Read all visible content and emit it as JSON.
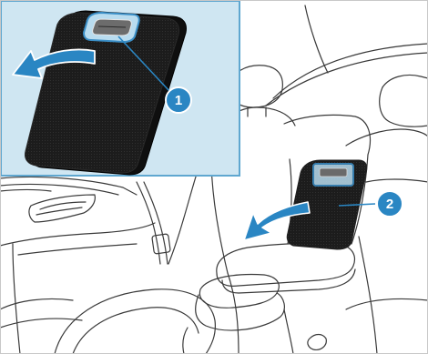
{
  "figure": {
    "colors": {
      "background": "#ffffff",
      "line": "#3a3a3a",
      "line_light": "#9a9a9a",
      "inset_background": "#cfe6f2",
      "inset_border": "#5fa7d0",
      "highlight": "#3b8fc7",
      "highlight_fill": "#b9dcef",
      "cover_panel": "#1c1c1c",
      "callout_fill": "#2a86c3"
    },
    "callouts": [
      {
        "id": "callout-1",
        "label": "1"
      },
      {
        "id": "callout-2",
        "label": "2"
      }
    ],
    "icons": [
      "curved-arrow-icon",
      "curved-arrow-icon"
    ]
  }
}
